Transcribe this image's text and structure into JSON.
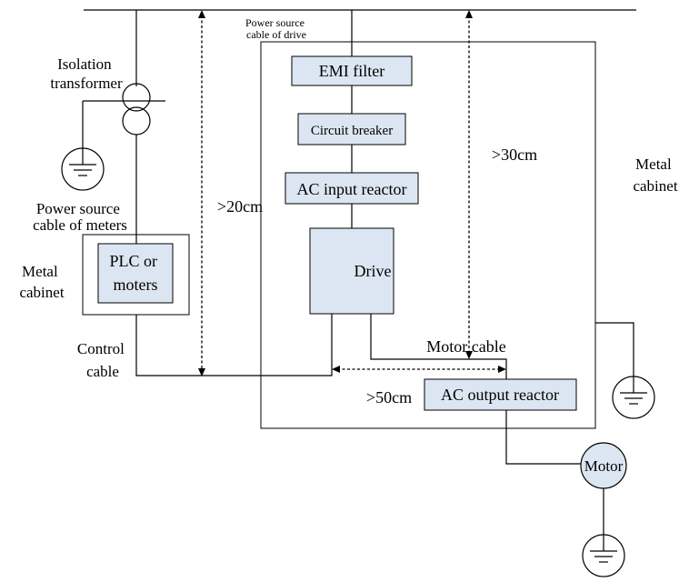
{
  "labels": {
    "power_source_drive": [
      "Power source",
      "cable of drive"
    ],
    "isolation_transformer": [
      "Isolation",
      "transformer"
    ],
    "power_source_meters": [
      "Power source",
      "cable of meters"
    ],
    "metal_cabinet_left": [
      "Metal",
      "cabinet"
    ],
    "metal_cabinet_right": [
      "Metal",
      "cabinet"
    ],
    "plc_or_meters": [
      "PLC or",
      "moters"
    ],
    "control_cable": [
      "Control",
      "cable"
    ],
    "motor_cable": "Motor cable",
    "dist_20": ">20cm",
    "dist_30": ">30cm",
    "dist_50": ">50cm"
  },
  "components": {
    "emi_filter": "EMI filter",
    "circuit_breaker": "Circuit breaker",
    "ac_input_reactor": "AC input reactor",
    "drive": "Drive",
    "ac_output_reactor": "AC output reactor",
    "motor": "Motor"
  }
}
